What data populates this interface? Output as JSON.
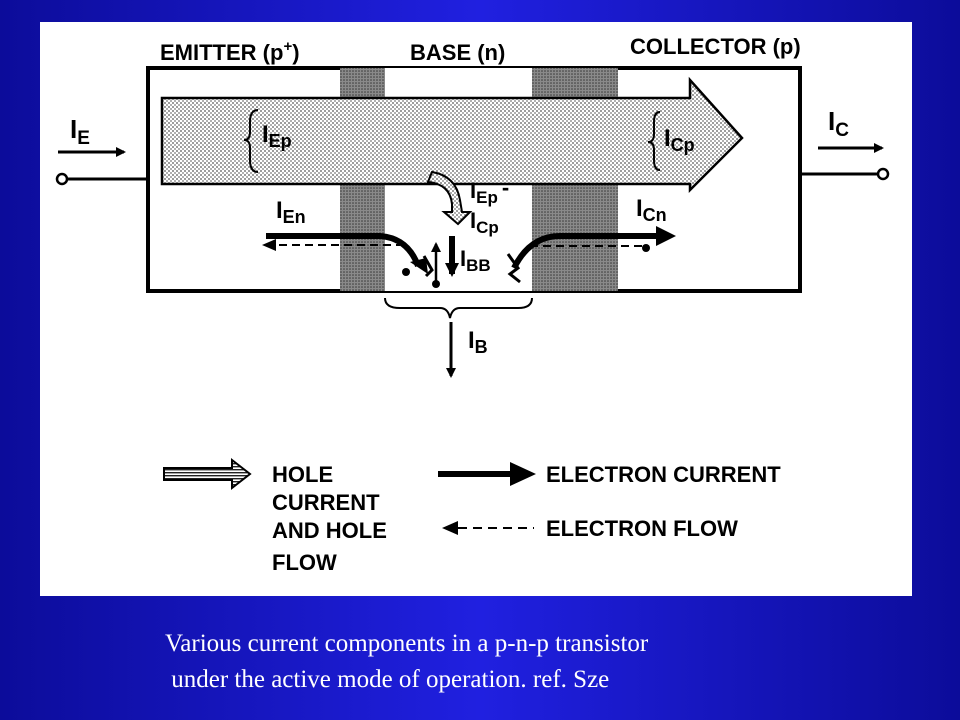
{
  "diagram": {
    "regions": {
      "emitter": "EMITTER (p",
      "emitter_sup": "+",
      "emitter_close": ")",
      "base": "BASE (n)",
      "collector": "COLLECTOR (p)"
    },
    "currents": {
      "ie": "I",
      "ie_sub": "E",
      "iep": "I",
      "iep_sub": "Ep",
      "icp": "I",
      "icp_sub": "Cp",
      "ic": "I",
      "ic_sub": "C",
      "ien": "I",
      "ien_sub": "En",
      "icn": "I",
      "icn_sub": "Cn",
      "rec_top": "I",
      "rec_top_sub": "Ep",
      "rec_minus": "-",
      "rec_bot": "I",
      "rec_bot_sub": "Cp",
      "ibb": "I",
      "ibb_sub": "BB",
      "ib": "I",
      "ib_sub": "B"
    },
    "legend": {
      "hole_line1": "HOLE",
      "hole_line2": "CURRENT",
      "hole_line3": "AND HOLE",
      "hole_line4": "FLOW",
      "electron_current": "ELECTRON CURRENT",
      "electron_flow": "ELECTRON FLOW"
    }
  },
  "caption": {
    "line1": "Various current components in a p-n-p transistor",
    "line2": " under the active mode of operation. ref. Sze"
  },
  "colors": {
    "background": "#1515c8",
    "panel": "#ffffff",
    "caption_text": "#ffffff"
  }
}
